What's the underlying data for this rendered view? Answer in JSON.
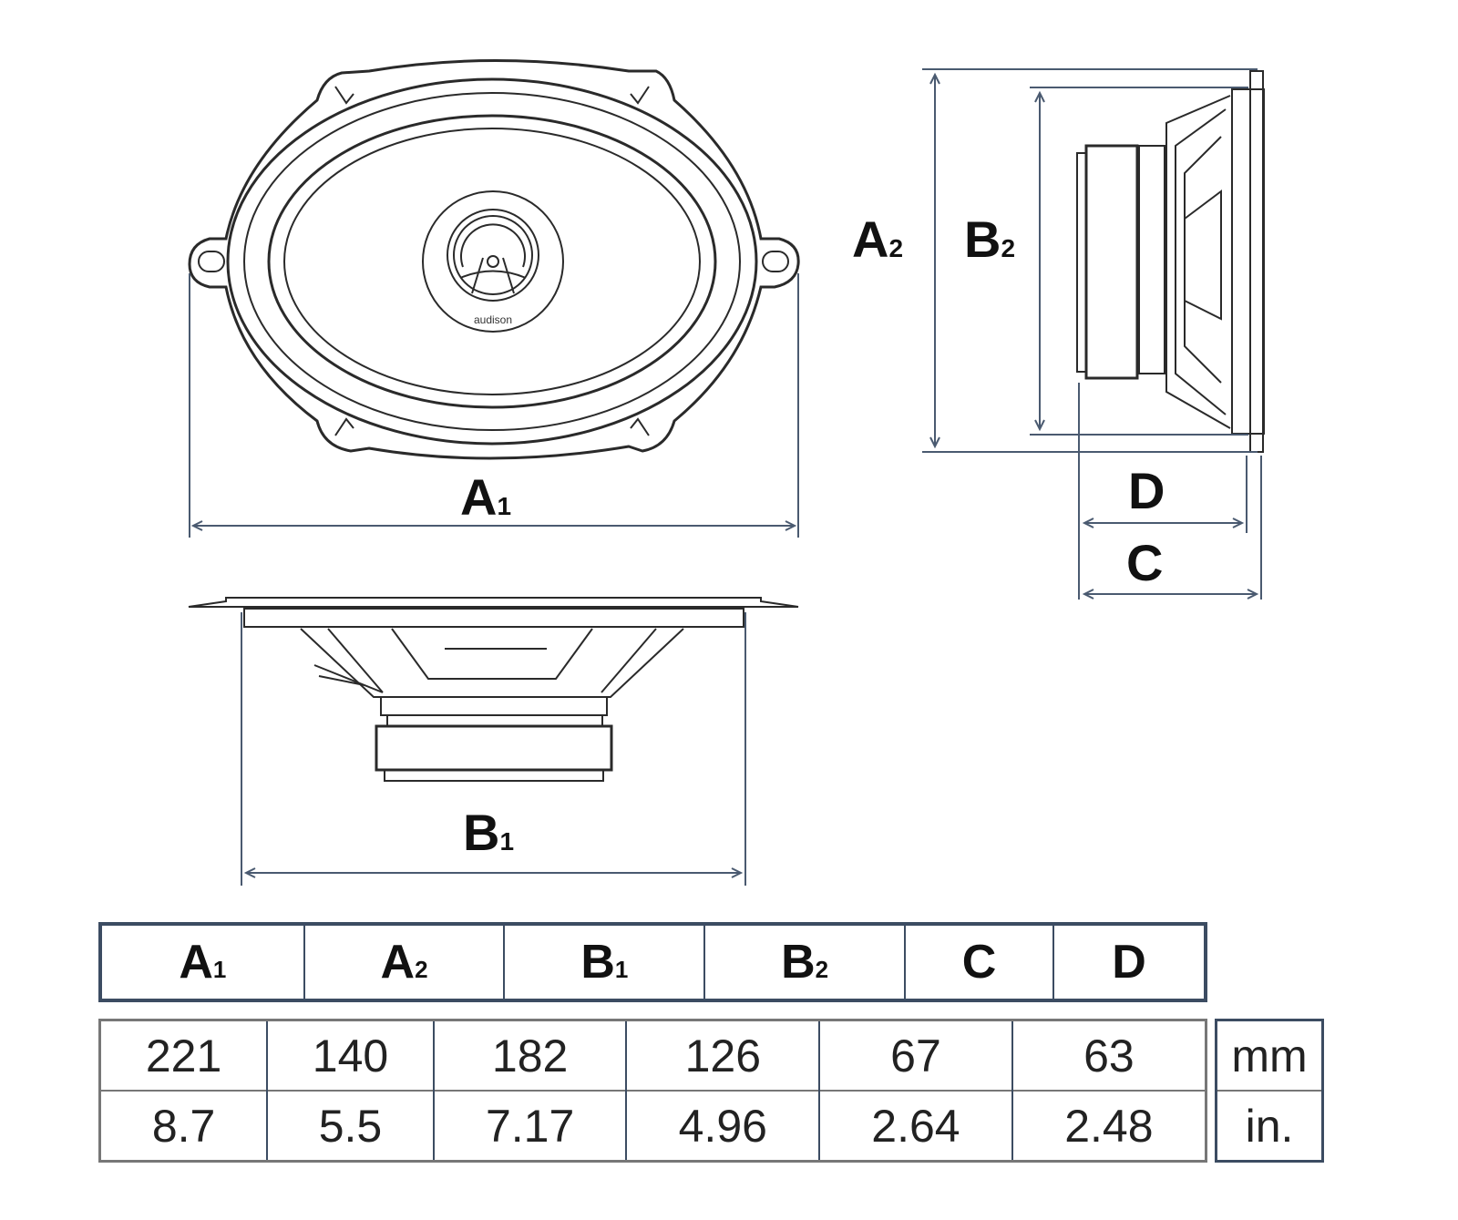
{
  "diagram": {
    "brand_logo_text": "audison",
    "labels": {
      "A1": {
        "main": "A",
        "sub": "1"
      },
      "A2": {
        "main": "A",
        "sub": "2"
      },
      "B1": {
        "main": "B",
        "sub": "1"
      },
      "B2": {
        "main": "B",
        "sub": "2"
      },
      "C": {
        "main": "C",
        "sub": ""
      },
      "D": {
        "main": "D",
        "sub": ""
      }
    },
    "dimension_color": "#4a5a70"
  },
  "table": {
    "headers": [
      {
        "main": "A",
        "sub": "1"
      },
      {
        "main": "A",
        "sub": "2"
      },
      {
        "main": "B",
        "sub": "1"
      },
      {
        "main": "B",
        "sub": "2"
      },
      {
        "main": "C",
        "sub": ""
      },
      {
        "main": "D",
        "sub": ""
      }
    ],
    "rows": [
      {
        "unit": "mm",
        "values": [
          "221",
          "140",
          "182",
          "126",
          "67",
          "63"
        ]
      },
      {
        "unit": "in.",
        "values": [
          "8.7",
          "5.5",
          "7.17",
          "4.96",
          "2.64",
          "2.48"
        ]
      }
    ]
  }
}
